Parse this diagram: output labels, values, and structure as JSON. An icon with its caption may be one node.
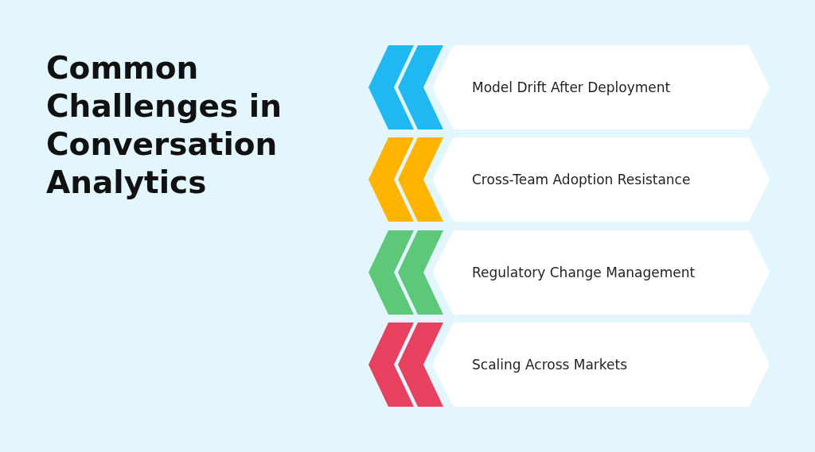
{
  "diagram": {
    "title": "Common Challenges in Conversation Analytics",
    "nodes": [
      {
        "text": [
          "Model Drift After Deployment"
        ]
      },
      {
        "text": [
          "Cross-Team Adoption Resistance"
        ]
      },
      {
        "text": [
          "Regulatory Change Management"
        ]
      },
      {
        "text": [
          "Scaling Across Markets"
        ]
      }
    ]
  }
}
